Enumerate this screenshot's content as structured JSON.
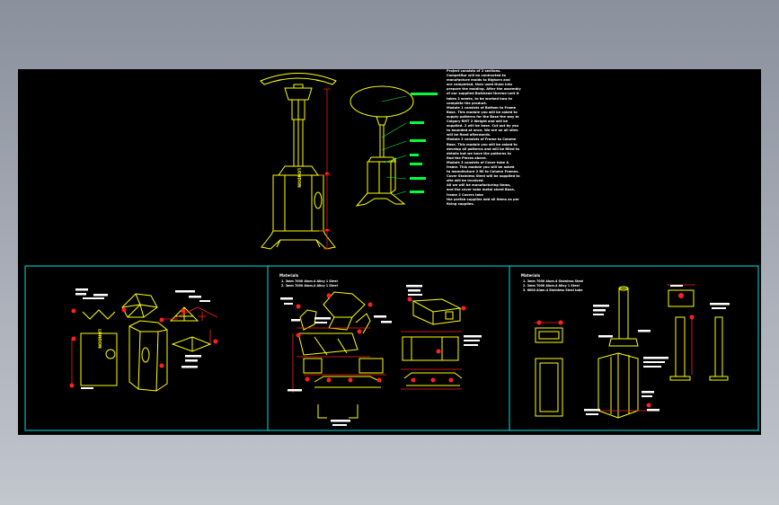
{
  "elevation_front": {
    "side_text": "LONDON"
  },
  "callouts_elevation": [
    "",
    "",
    "",
    "",
    "",
    ""
  ],
  "general_notes": [
    "Project consists of 2 sections.",
    "Competitor will be contracted to",
    "manufacture molds to Bighorn and",
    "are completed, then used them into",
    "prepare the molding. After the assembly",
    "of our supplied Bulkhead thermo-unit it",
    "takes 2 weeks, to be worked how to",
    "complete the product.",
    "Module 1 consists of Bottom to Frame",
    "Base. This module you will be asked to",
    "supply patterns for the Base the way to",
    "Calgary RMT 2 Weight and will be",
    "supplied. 2 will be base. Cut out by you",
    "to bounded at once. We are on all sites",
    "will be fixed afterwards.",
    "Module 2 consists of Frame to Column",
    "Base. This module you will be asked to",
    "develop all patterns and will be filled to",
    "details but we have the patterns to",
    "find the Pieces above.",
    "Module 3 consists of Cover tube &",
    "frame. This module you will be asked",
    "to manufacture 2 fill to Column Frames.",
    "Cover Stainless Steel will be supplied to",
    "site will be involved.",
    "All we will be manufacturing items,",
    "and the cover tube metal sheet Base,",
    "frame 2 Covers take",
    "the prefab supplies add all items as per",
    "fixing supplies."
  ],
  "panel_left": {
    "title": "",
    "side_text": "LONDON"
  },
  "panel_mid": {
    "title": "Materials",
    "notes": [
      "1. 3mm 7000 Alum.4 Alloy 1 Steel",
      "2. 3mm 7000 Alum.4 Alloy 1 Steel"
    ]
  },
  "panel_right": {
    "title": "Materials",
    "notes": [
      "1. 3mm 7000 Alum.4 Stainless Steel",
      "2. 2mm 7000 Alum.4 Alloy 1 Steel",
      "3. 6000 Alum.4 Stainless Steel tube"
    ]
  }
}
